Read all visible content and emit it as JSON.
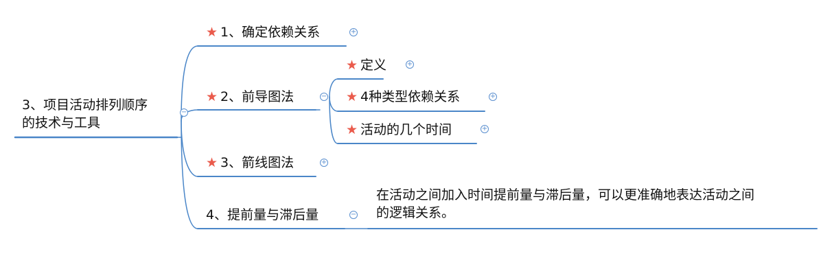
{
  "root": {
    "line1": "3、项目活动排列顺序",
    "line2": "的技术与工具",
    "toggle": "−"
  },
  "branches": [
    {
      "label": "1、确定依赖关系",
      "star": "★",
      "toggle": "+"
    },
    {
      "label": "2、前导图法",
      "star": "★",
      "toggle": "−"
    },
    {
      "label": "3、箭线图法",
      "star": "★",
      "toggle": "+"
    },
    {
      "label": "4、提前量与滞后量",
      "toggle": "−"
    }
  ],
  "subbranches": [
    {
      "label": "定义",
      "star": "★",
      "toggle": "+"
    },
    {
      "label": "4种类型依赖关系",
      "star": "★",
      "toggle": "+"
    },
    {
      "label": "活动的几个时间",
      "star": "★",
      "toggle": "+"
    }
  ],
  "note": {
    "line1": "在活动之间加入时间提前量与滞后量，可以更准确地表达活动之间",
    "line2": "的逻辑关系。"
  },
  "colors": {
    "line": "#4a86c8",
    "star": "#ea5b4c",
    "toggle": "#5a8fcf"
  }
}
